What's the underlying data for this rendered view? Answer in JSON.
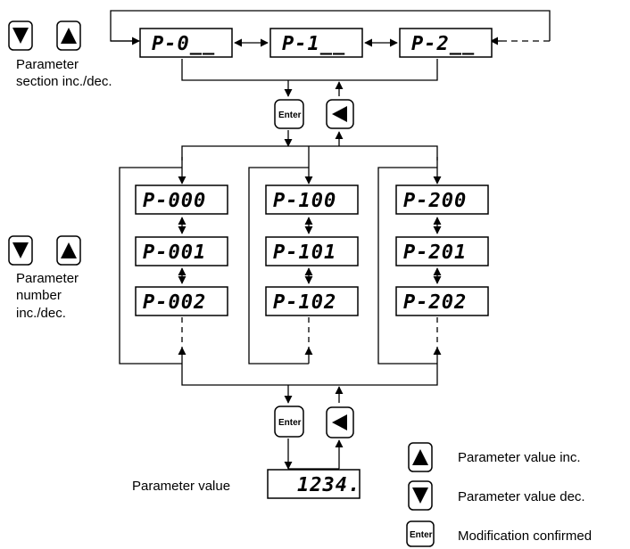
{
  "section": {
    "caption_line1": "Parameter",
    "caption_line2": "section inc./dec.",
    "displays": [
      "P-0__",
      "P-1__",
      "P-2__"
    ]
  },
  "number": {
    "caption_line1": "Parameter",
    "caption_line2": "number",
    "caption_line3": "inc./dec.",
    "columns": [
      [
        "P-000",
        "P-001",
        "P-002"
      ],
      [
        "P-100",
        "P-101",
        "P-102"
      ],
      [
        "P-200",
        "P-201",
        "P-202"
      ]
    ]
  },
  "enter_label": "Enter",
  "value": {
    "label": "Parameter value",
    "display": "1234."
  },
  "legend": {
    "inc": "Parameter value inc.",
    "dec": "Parameter value dec.",
    "confirm": "Modification confirmed"
  }
}
